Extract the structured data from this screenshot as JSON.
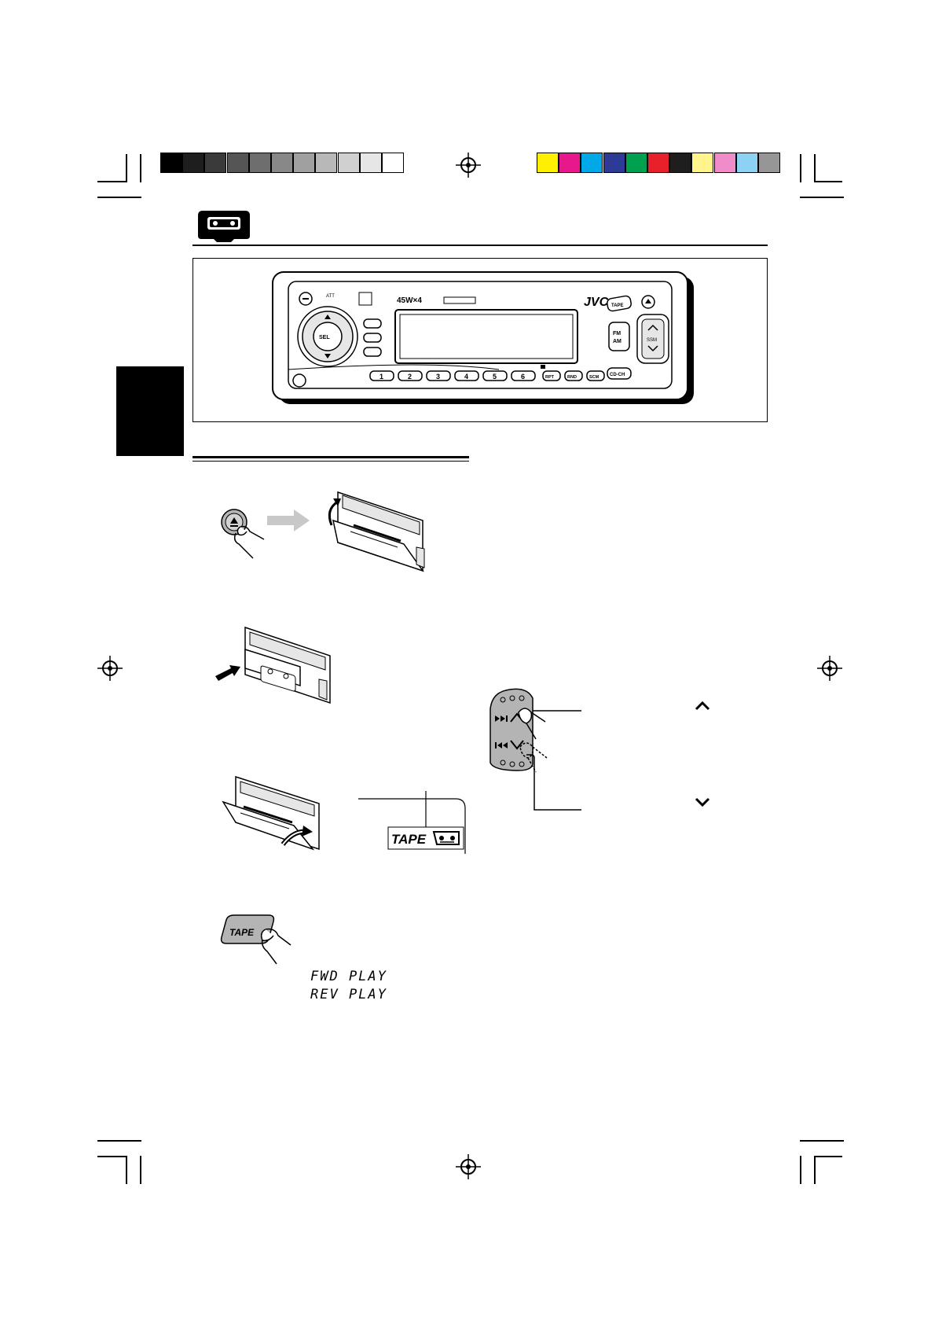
{
  "print_marks": {
    "gray_swatches": [
      "#000000",
      "#1e1e1e",
      "#3a3a3a",
      "#555555",
      "#6e6e6e",
      "#888888",
      "#a0a0a0",
      "#b8b8b8",
      "#d0d0d0",
      "#e6e6e6",
      "#ffffff"
    ],
    "color_swatches": [
      "#ffef00",
      "#e8188c",
      "#00a8e8",
      "#2d3a96",
      "#00a050",
      "#e8202a",
      "#1e1e1e",
      "#fff58c",
      "#f08cc8",
      "#8cd2f5",
      "#969696"
    ]
  },
  "panel": {
    "brand": "JVC",
    "power_label": "45W×4",
    "preset_buttons": [
      "1",
      "2",
      "3",
      "4",
      "5",
      "6"
    ],
    "function_buttons": [
      "RPT",
      "RND",
      "SCM"
    ],
    "fm_am_label": [
      "FM",
      "AM"
    ],
    "tape_label": "TAPE",
    "cdch_label": "CD-CH",
    "ssm_label": "SSM",
    "sel_label": "SEL",
    "att_label": "ATT"
  },
  "steps": {
    "tape_indicator_label": "TAPE",
    "tape_button_label": "TAPE",
    "display_lines": [
      "FWD PLAY",
      "REV PLAY"
    ]
  },
  "colors": {
    "side_tab": "#000000",
    "button_gray": "#b4b4b4",
    "arrow_gray": "#c8c8c8"
  }
}
